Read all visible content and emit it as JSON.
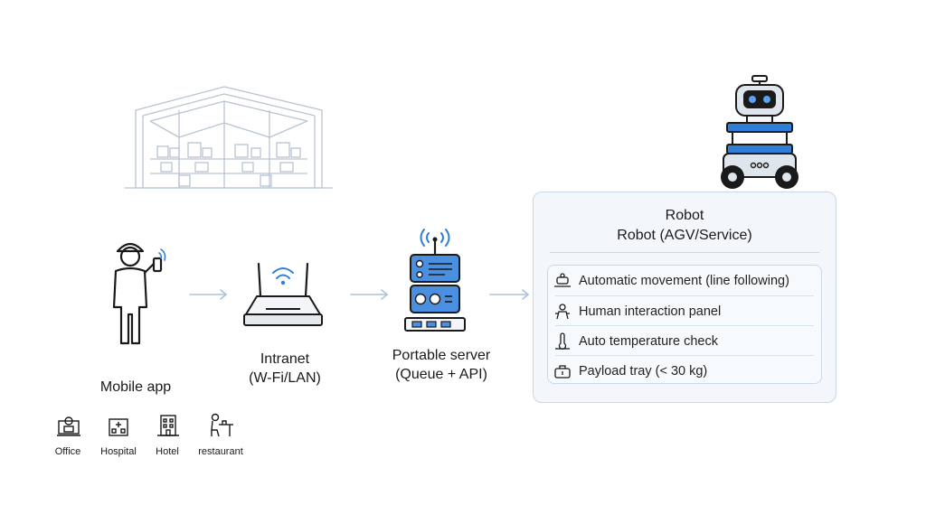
{
  "nodes": {
    "mobile": {
      "label": "Mobile app"
    },
    "intranet": {
      "line1": "Intranet",
      "line2": "(W-Fi/LAN)"
    },
    "server": {
      "line1": "Portable server",
      "line2": "(Queue + API)"
    },
    "robot": {
      "title1": "Robot",
      "title2": "Robot (AGV/Service)"
    }
  },
  "locations": [
    {
      "label": "Office",
      "icon": "office-icon"
    },
    {
      "label": "Hospital",
      "icon": "hospital-icon"
    },
    {
      "label": "Hotel",
      "icon": "hotel-icon"
    },
    {
      "label": "restaurant",
      "icon": "restaurant-icon"
    }
  ],
  "features": [
    {
      "label": "Automatic movement (line following)",
      "icon": "line-following-icon"
    },
    {
      "label": "Human interaction panel",
      "icon": "interaction-panel-icon"
    },
    {
      "label": "Auto temperature check",
      "icon": "thermometer-icon"
    },
    {
      "label": "Payload tray (< 30 kg)",
      "icon": "payload-tray-icon"
    }
  ],
  "colors": {
    "line": "#5b6472",
    "accent": "#2f7fd8",
    "arrow": "#a9c3dc",
    "panel_border": "#c9d8e8",
    "warehouse": "#b9c4d2"
  }
}
